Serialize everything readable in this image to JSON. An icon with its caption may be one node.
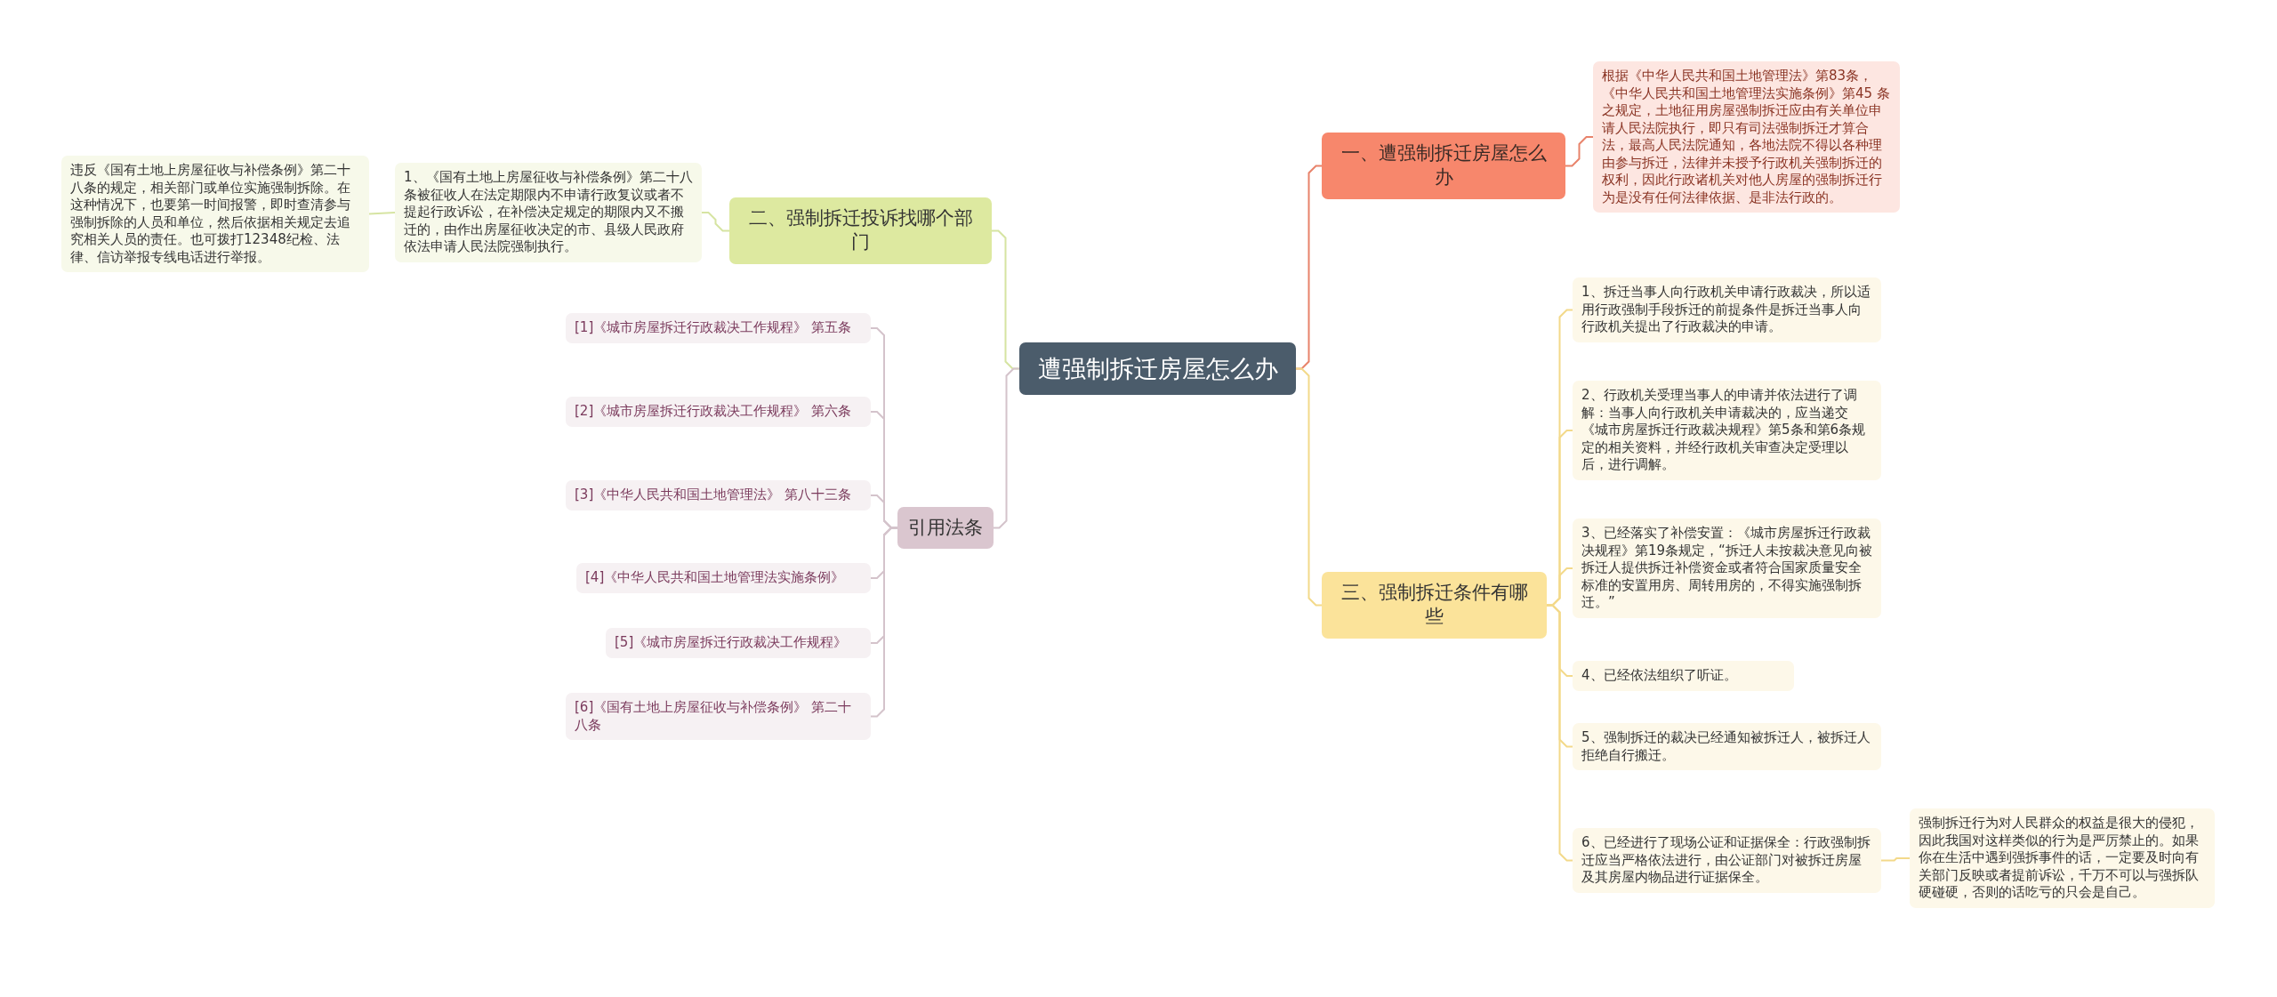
{
  "diagram": {
    "nodes": [
      {
        "text": [
          "遭强制拆迁房屋怎么办"
        ]
      },
      {
        "text": [
          "一、遭强制拆迁房屋怎么办"
        ]
      },
      {
        "text": [
          "根据《中华人民共和国土地管理法》第83条，《中华人民共和国土地管理法实施条例》第45 条之规定，土地征用房屋强制拆迁应由有关单位申请人民法院执行，即只有司法强制拆迁才算合法，最高人民法院通知，各地法院不得以各种理由参与拆迁，法律并未授予行政机关强制拆迁的权利，因此行政诸机关对他人房屋的强制拆迁行为是没有任何法律依据、是非法行政的。"
        ]
      },
      {
        "text": [
          "二、强制拆迁投诉找哪个部门"
        ]
      },
      {
        "text": [
          "1、《国有土地上房屋征收与补偿条例》第二十八条被征收人在法定期限内不申请行政复议或者不提起行政诉讼，在补偿决定规定的期限内又不搬迁的，由作出房屋征收决定的市、县级人民政府依法申请人民法院强制执行。"
        ]
      },
      {
        "text": [
          "违反《国有土地上房屋征收与补偿条例》第二十八条的规定，相关部门或单位实施强制拆除。在这种情况下，也要第一时间报警，即时查清参与强制拆除的人员和单位，然后依据相关规定去追究相关人员的责任。也可拨打12348纪检、法律、信访举报专线电话进行举报。"
        ]
      },
      {
        "text": [
          "三、强制拆迁条件有哪些"
        ]
      },
      {
        "text": [
          "1、拆迁当事人向行政机关申请行政裁决，所以适用行政强制手段拆迁的前提条件是拆迁当事人向行政机关提出了行政裁决的申请。"
        ]
      },
      {
        "text": [
          "2、行政机关受理当事人的申请并依法进行了调解：当事人向行政机关申请裁决的，应当递交《城市房屋拆迁行政裁决规程》第5条和第6条规定的相关资料，并经行政机关审查决定受理以后，进行调解。"
        ]
      },
      {
        "text": [
          "3、已经落实了补偿安置：《城市房屋拆迁行政裁决规程》第19条规定，“拆迁人未按裁决意见向被拆迁人提供拆迁补偿资金或者符合国家质量安全标准的安置用房、周转用房的，不得实施强制拆迁。”"
        ]
      },
      {
        "text": [
          "4、已经依法组织了听证。"
        ]
      },
      {
        "text": [
          "5、强制拆迁的裁决已经通知被拆迁人，被拆迁人拒绝自行搬迁。"
        ]
      },
      {
        "text": [
          "6、已经进行了现场公证和证据保全：行政强制拆迁应当严格依法进行，由公证部门对被拆迁房屋及其房屋内物品进行证据保全。"
        ]
      },
      {
        "text": [
          "强制拆迁行为对人民群众的权益是很大的侵犯，因此我国对这样类似的行为是严厉禁止的。如果你在生活中遇到强拆事件的话，一定要及时向有关部门反映或者提前诉讼，千万不可以与强拆队硬碰硬，否则的话吃亏的只会是自己。"
        ]
      },
      {
        "text": [
          "引用法条"
        ]
      },
      {
        "text": [
          "[1]《城市房屋拆迁行政裁决工作规程》 第五条"
        ]
      },
      {
        "text": [
          "[2]《城市房屋拆迁行政裁决工作规程》 第六条"
        ]
      },
      {
        "text": [
          "[3]《中华人民共和国土地管理法》 第八十三条"
        ]
      },
      {
        "text": [
          "[4]《中华人民共和国土地管理法实施条例》"
        ]
      },
      {
        "text": [
          "[5]《城市房屋拆迁行政裁决工作规程》"
        ]
      },
      {
        "text": [
          "[6]《国有土地上房屋征收与补偿条例》 第二十八条"
        ]
      }
    ],
    "edges": [
      {
        "from": 0,
        "to": 1,
        "arrow": "none",
        "color": "#e8836b"
      },
      {
        "from": 1,
        "to": 2,
        "arrow": "none",
        "color": "#e8836b"
      },
      {
        "from": 0,
        "to": 3,
        "arrow": "none",
        "color": "#d6e4a2"
      },
      {
        "from": 3,
        "to": 4,
        "arrow": "none",
        "color": "#d6e4a2"
      },
      {
        "from": 4,
        "to": 5,
        "arrow": "none",
        "color": "#d6e4a2"
      },
      {
        "from": 0,
        "to": 6,
        "arrow": "none"
      },
      {
        "from": 6,
        "to": 7,
        "arrow": "none"
      },
      {
        "from": 6,
        "to": 8,
        "arrow": "none"
      },
      {
        "from": 6,
        "to": 9,
        "arrow": "none"
      },
      {
        "from": 6,
        "to": 10,
        "arrow": "none"
      },
      {
        "from": 6,
        "to": 11,
        "arrow": "none"
      },
      {
        "from": 6,
        "to": 12,
        "arrow": "none"
      },
      {
        "from": 12,
        "to": 13,
        "arrow": "none"
      },
      {
        "from": 0,
        "to": 14,
        "arrow": "none",
        "color": "#d4c3cb"
      },
      {
        "from": 14,
        "to": 15,
        "arrow": "none",
        "color": "#d4c3cb"
      },
      {
        "from": 14,
        "to": 16,
        "arrow": "none",
        "color": "#d4c3cb"
      },
      {
        "from": 14,
        "to": 17,
        "arrow": "none",
        "color": "#d4c3cb"
      },
      {
        "from": 14,
        "to": 18,
        "arrow": "none",
        "color": "#d4c3cb"
      },
      {
        "from": 14,
        "to": 19,
        "arrow": "none",
        "color": "#d4c3cb"
      },
      {
        "from": 14,
        "to": 20,
        "arrow": "none",
        "color": "#d4c3cb"
      }
    ]
  }
}
